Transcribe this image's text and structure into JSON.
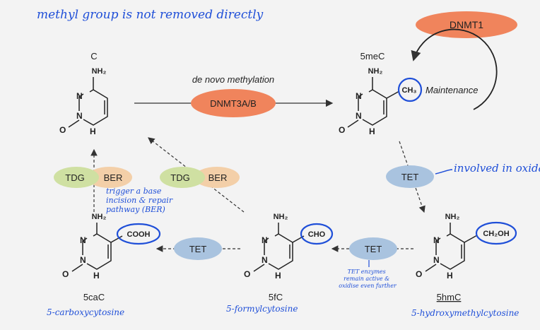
{
  "notes": {
    "top_note": "methyl group is not removed directly",
    "tet_oxidation": "involved in oxidation",
    "ber_trigger": [
      "trigger a base",
      "incision & repair",
      "pathway (BER)"
    ],
    "tet_active": [
      "TET enzymes",
      "remain active &",
      "oxidise even further"
    ]
  },
  "molecules": {
    "c": {
      "name": "C",
      "group": "NH₂"
    },
    "mec": {
      "name": "5meC",
      "group": "NH₂",
      "substituent": "CH₃"
    },
    "hmc": {
      "name": "5hmC",
      "group": "NH₂",
      "substituent": "CH₂OH",
      "fullname": "5-hydroxymethylcytosine"
    },
    "fc": {
      "name": "5fC",
      "group": "NH₂",
      "substituent": "CHO",
      "fullname": "5-formylcytosine"
    },
    "cac": {
      "name": "5caC",
      "group": "NH₂",
      "substituent": "COOH",
      "fullname": "5-carboxycytosine"
    }
  },
  "ring_atoms": {
    "n": "N",
    "nh": "H",
    "o": "O"
  },
  "enzymes": {
    "dnmt1": "DNMT1",
    "dnmt3": "DNMT3A/B",
    "tet": "TET",
    "tdg": "TDG",
    "ber": "BER"
  },
  "process_labels": {
    "de_novo": "de novo methylation",
    "maintenance": "Maintenance"
  },
  "colors": {
    "dnmt": "#f0845c",
    "tet": "#a9c3df",
    "tdg": "#cfe0a2",
    "ber": "#f3cfa8",
    "handwriting": "#1f4fd8"
  }
}
